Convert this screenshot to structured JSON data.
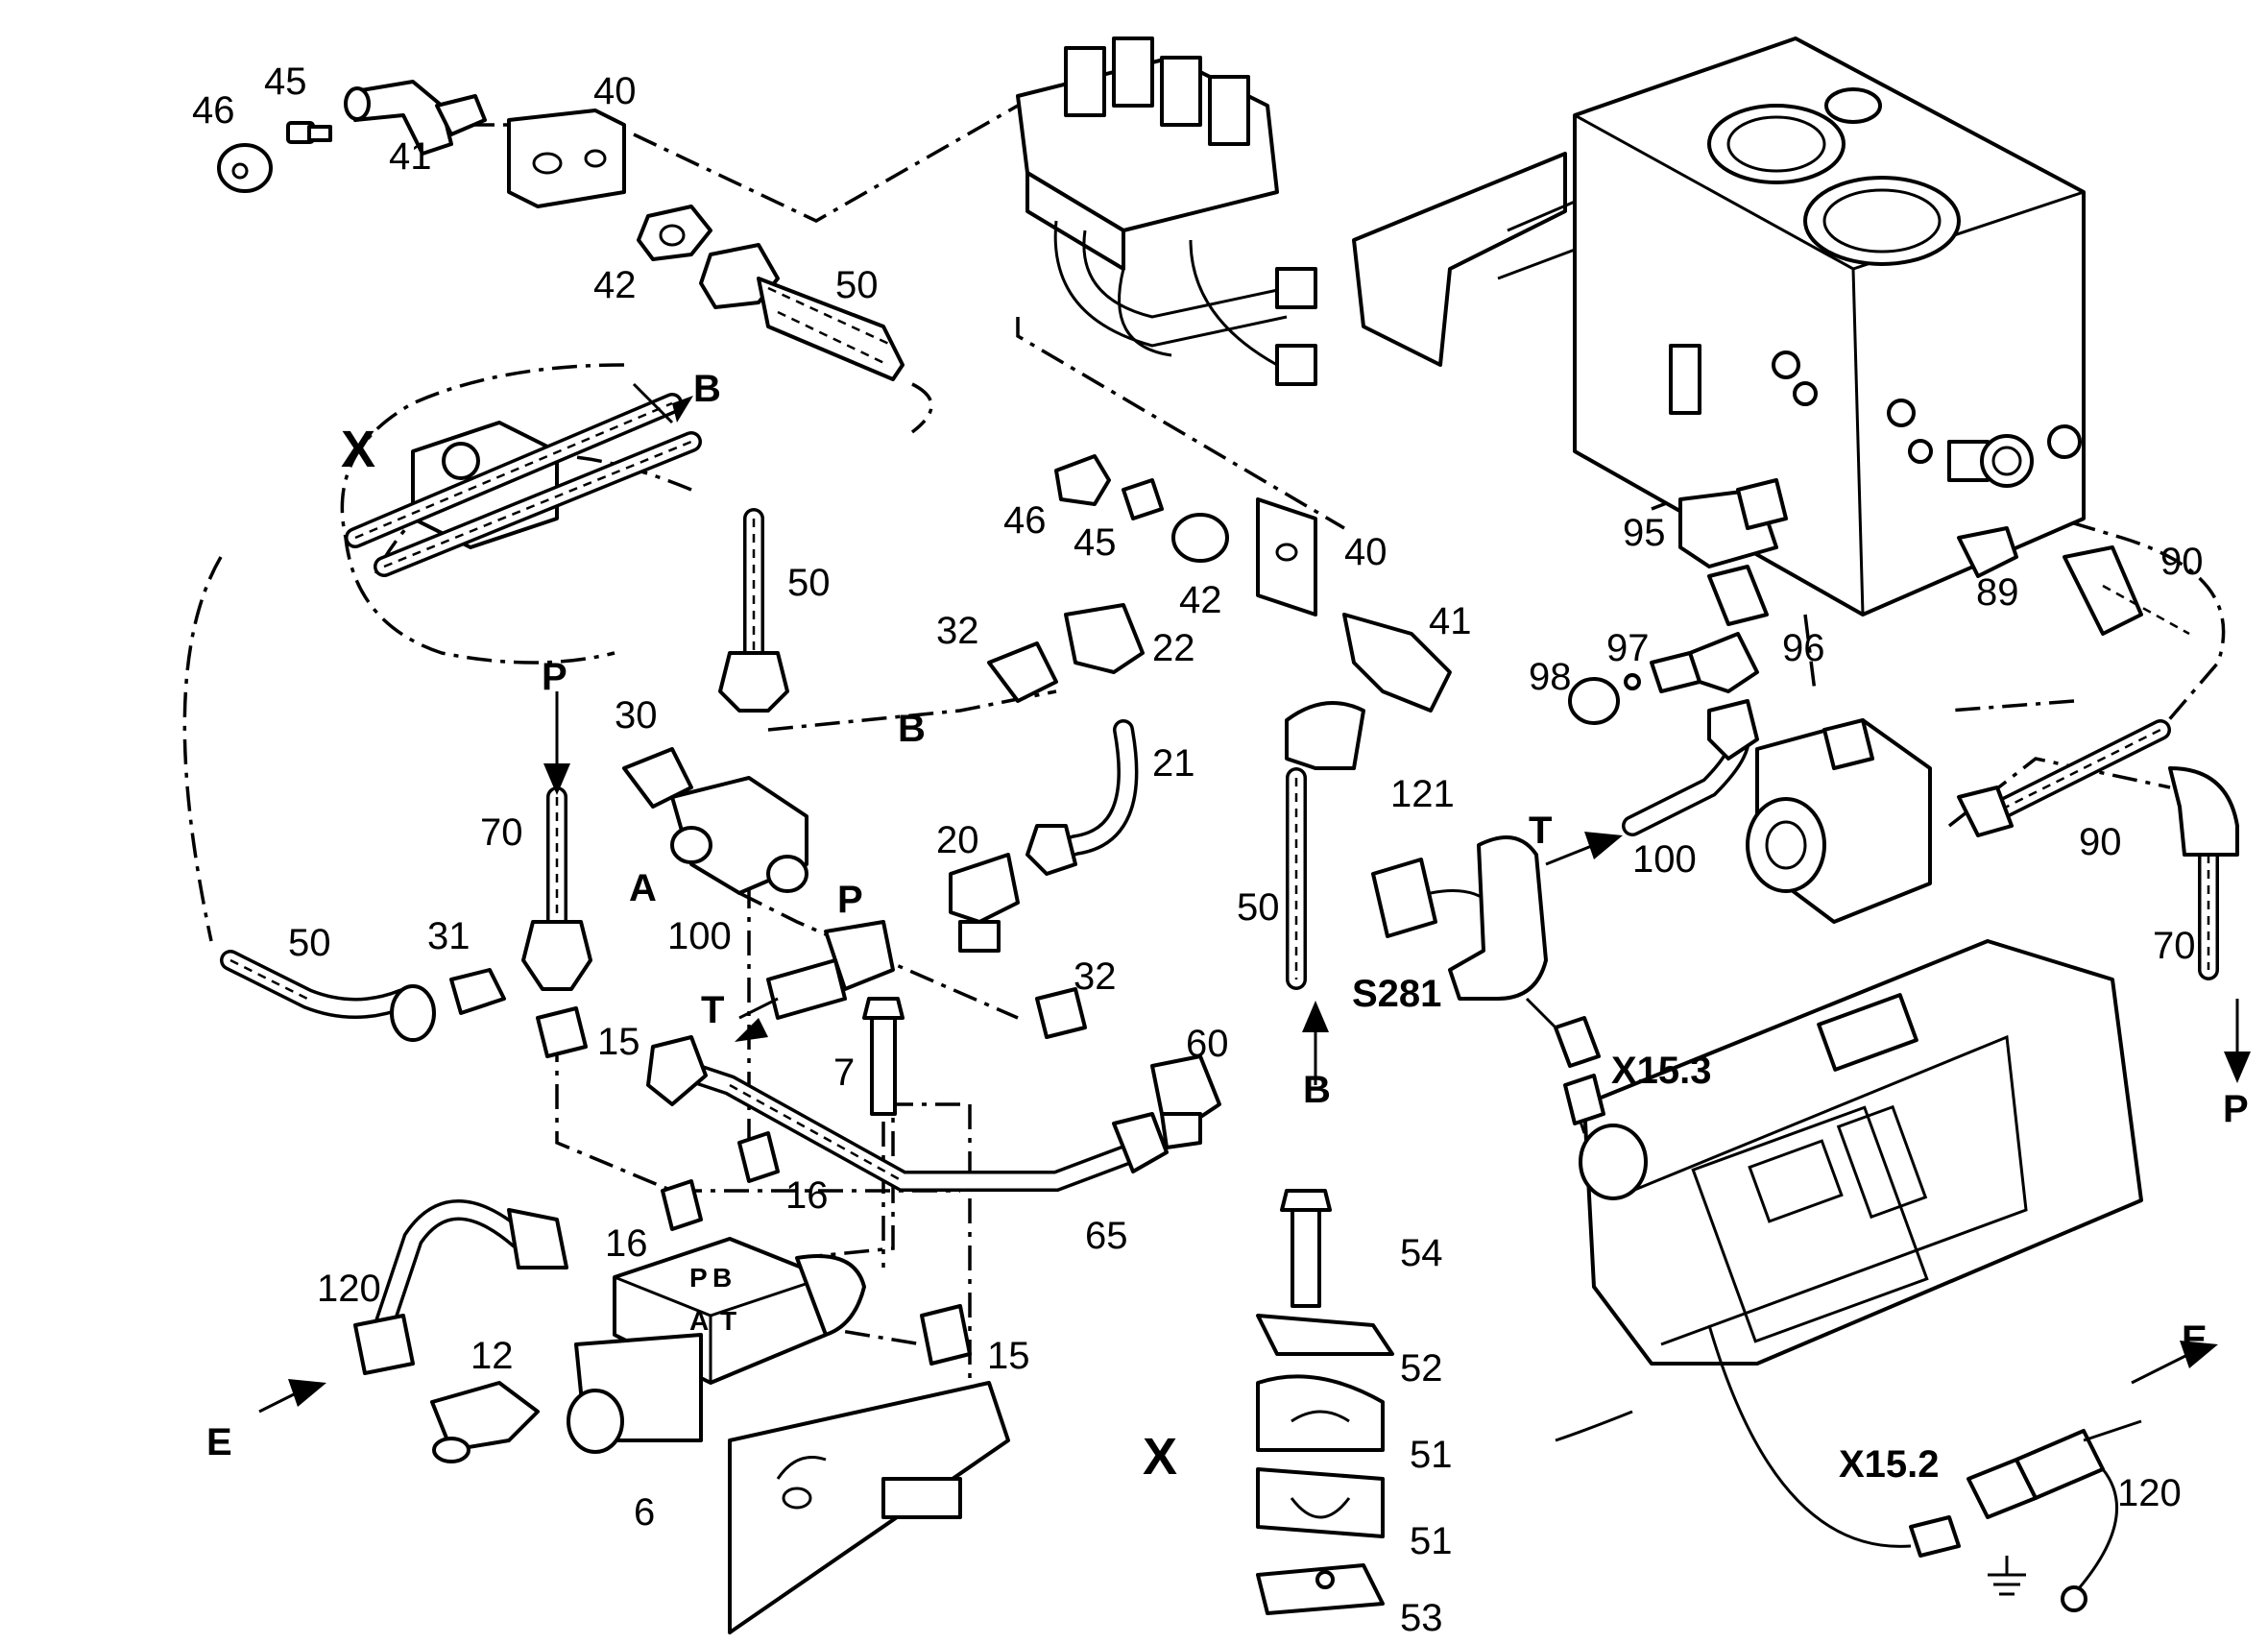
{
  "title": "",
  "labels": {
    "n46a": "46",
    "n45a": "45",
    "n41a": "41",
    "n40a": "40",
    "n42a": "42",
    "n50a": "50",
    "n46b": "46",
    "n45b": "45",
    "n42b": "42",
    "n40b": "40",
    "n41b": "41",
    "n50b": "50",
    "n50c": "50",
    "n50d": "50",
    "n32a": "32",
    "n22": "22",
    "n21": "21",
    "n30": "30",
    "n20": "20",
    "n100a": "100",
    "n70a": "70",
    "n31": "31",
    "n15a": "15",
    "n32b": "32",
    "n60": "60",
    "n7": "7",
    "n16a": "16",
    "n16b": "16",
    "n65": "65",
    "n120a": "120",
    "n12": "12",
    "n6": "6",
    "n15b": "15",
    "n95": "95",
    "n89": "89",
    "n90a": "90",
    "n96": "96",
    "n97": "97",
    "n98": "98",
    "n100b": "100",
    "n90b": "90",
    "n70b": "70",
    "n121": "121",
    "n54": "54",
    "n52": "52",
    "n51a": "51",
    "n51b": "51",
    "n53": "53",
    "n120b": "120",
    "X1": "X",
    "X2": "X",
    "B1": "B",
    "B2": "B",
    "B3": "B",
    "P1": "P",
    "P2": "P",
    "P3": "P",
    "T1": "T",
    "T2": "T",
    "A1": "A",
    "E1": "E",
    "E2": "E",
    "S281": "S281",
    "X153": "X15.3",
    "X152": "X15.2",
    "portP": "P",
    "portB": "B",
    "portA": "A",
    "portT": "T"
  }
}
